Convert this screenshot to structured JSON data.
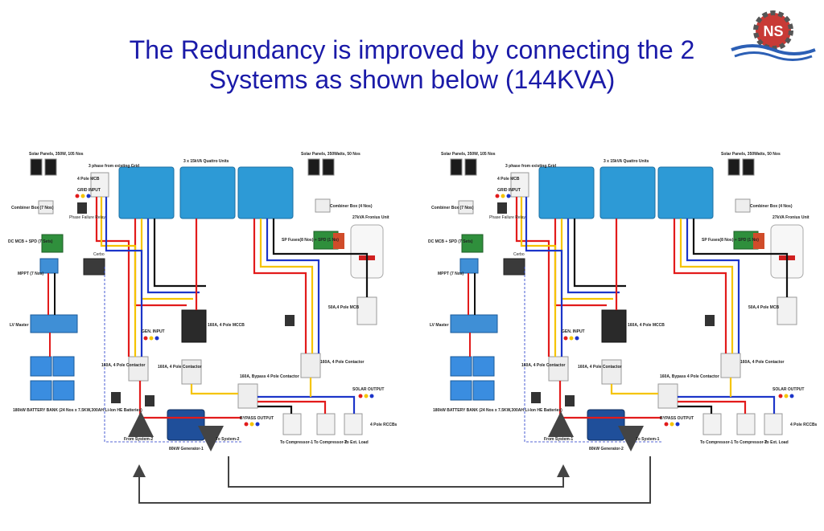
{
  "slide": {
    "title_line1": "The Redundancy is improved by connecting the 2",
    "title_line2": "Systems as shown below (144KVA)"
  },
  "logo": {
    "text": "NS",
    "icon": "gear-wave-logo"
  },
  "systems": [
    {
      "solar_left": "Solar Panels, 350W, 105 Nos",
      "grid_in": "3 phase from existing Grid",
      "quattro": "3 x 15kVA Quattro Units",
      "solar_right": "Solar Panels, 350Watts, 50 Nos",
      "mcb4": "4 Pole MCB",
      "grid_input": "GRID INPUT",
      "combiner_left": "Combiner Box (7 Nos)",
      "phase_relay": "Phase Failure Relay",
      "dc_mcb": "DC MCB + SPD (7 Sets)",
      "cerbo": "Cerbo",
      "mppt": "MPPT (7 Nos)",
      "combiner_right": "Combiner Box (4 Nos)",
      "fronius": "27kVA Fronius Unit",
      "spd": "SP Fuses(8 Nos) + SPD (1 No)",
      "lv_master": "LV Master",
      "battery": "180kW BATTERY BANK (24 Nos x 7.5KW,300AH Li-Ion HE Batteries)",
      "mccb": "160A, 4 Pole MCCB",
      "mcb50": "50A,4 Pole MCB",
      "gen_input": "GEN. INPUT",
      "cont_a": "160A, 4 Pole Contactor",
      "cont_b": "160A, 4 Pole Contactor",
      "cont_c": "160A, 4 Pole Contactor",
      "bypass": "160A, Bypass 4 Pole Contactor",
      "solar_output": "SOLAR OUTPUT",
      "bypass_output": "BYPASS OUTPUT",
      "rccb": "4 Pole RCCBs",
      "from": "From System-2",
      "to": "To System-2",
      "generator": "80kW Generator-1",
      "comp1": "To Compressor-1",
      "comp2": "To Compressor-2",
      "ext": "To Ext. Load"
    },
    {
      "solar_left": "Solar Panels, 350W, 105 Nos",
      "grid_in": "3 phase from existing Grid",
      "quattro": "3 x 15kVA Quattro Units",
      "solar_right": "Solar Panels, 350Watts, 50 Nos",
      "mcb4": "4 Pole MCB",
      "grid_input": "GRID INPUT",
      "combiner_left": "Combiner Box (7 Nos)",
      "phase_relay": "Phase Failure Relay",
      "dc_mcb": "DC MCB + SPD (7 Sets)",
      "cerbo": "Cerbo",
      "mppt": "MPPT (7 Nos)",
      "combiner_right": "Combiner Box (4 Nos)",
      "fronius": "27kVA Fronius Unit",
      "spd": "SP Fuses(8 Nos) + SPD (1 No)",
      "lv_master": "LV Master",
      "battery": "180kW BATTERY BANK (24 Nos x 7.5KW,300AH Li-Ion HE Batteries)",
      "mccb": "160A, 4 Pole MCCB",
      "mcb50": "50A,4 Pole MCB",
      "gen_input": "GEN. INPUT",
      "cont_a": "160A, 4 Pole Contactor",
      "cont_b": "160A, 4 Pole Contactor",
      "cont_c": "160A, 4 Pole Contactor",
      "bypass": "160A, Bypass 4 Pole Contactor",
      "solar_output": "SOLAR OUTPUT",
      "bypass_output": "BYPASS OUTPUT",
      "rccb": "4 Pole RCCBs",
      "from": "From System-1",
      "to": "To System-1",
      "generator": "80kW Generator-2",
      "comp1": "To Compressor-1",
      "comp2": "To Compressor-2",
      "ext": "To Ext. Load"
    }
  ],
  "colors": {
    "title": "#1a1aa8",
    "inverter": "#2d9ad6",
    "wire_red": "#e21b1b",
    "wire_yellow": "#f5c400",
    "wire_blue": "#1c35c9",
    "wire_black": "#111111",
    "battery": "#3a8de0",
    "generator": "#1f4f9a",
    "connector_arrow": "#444444"
  }
}
